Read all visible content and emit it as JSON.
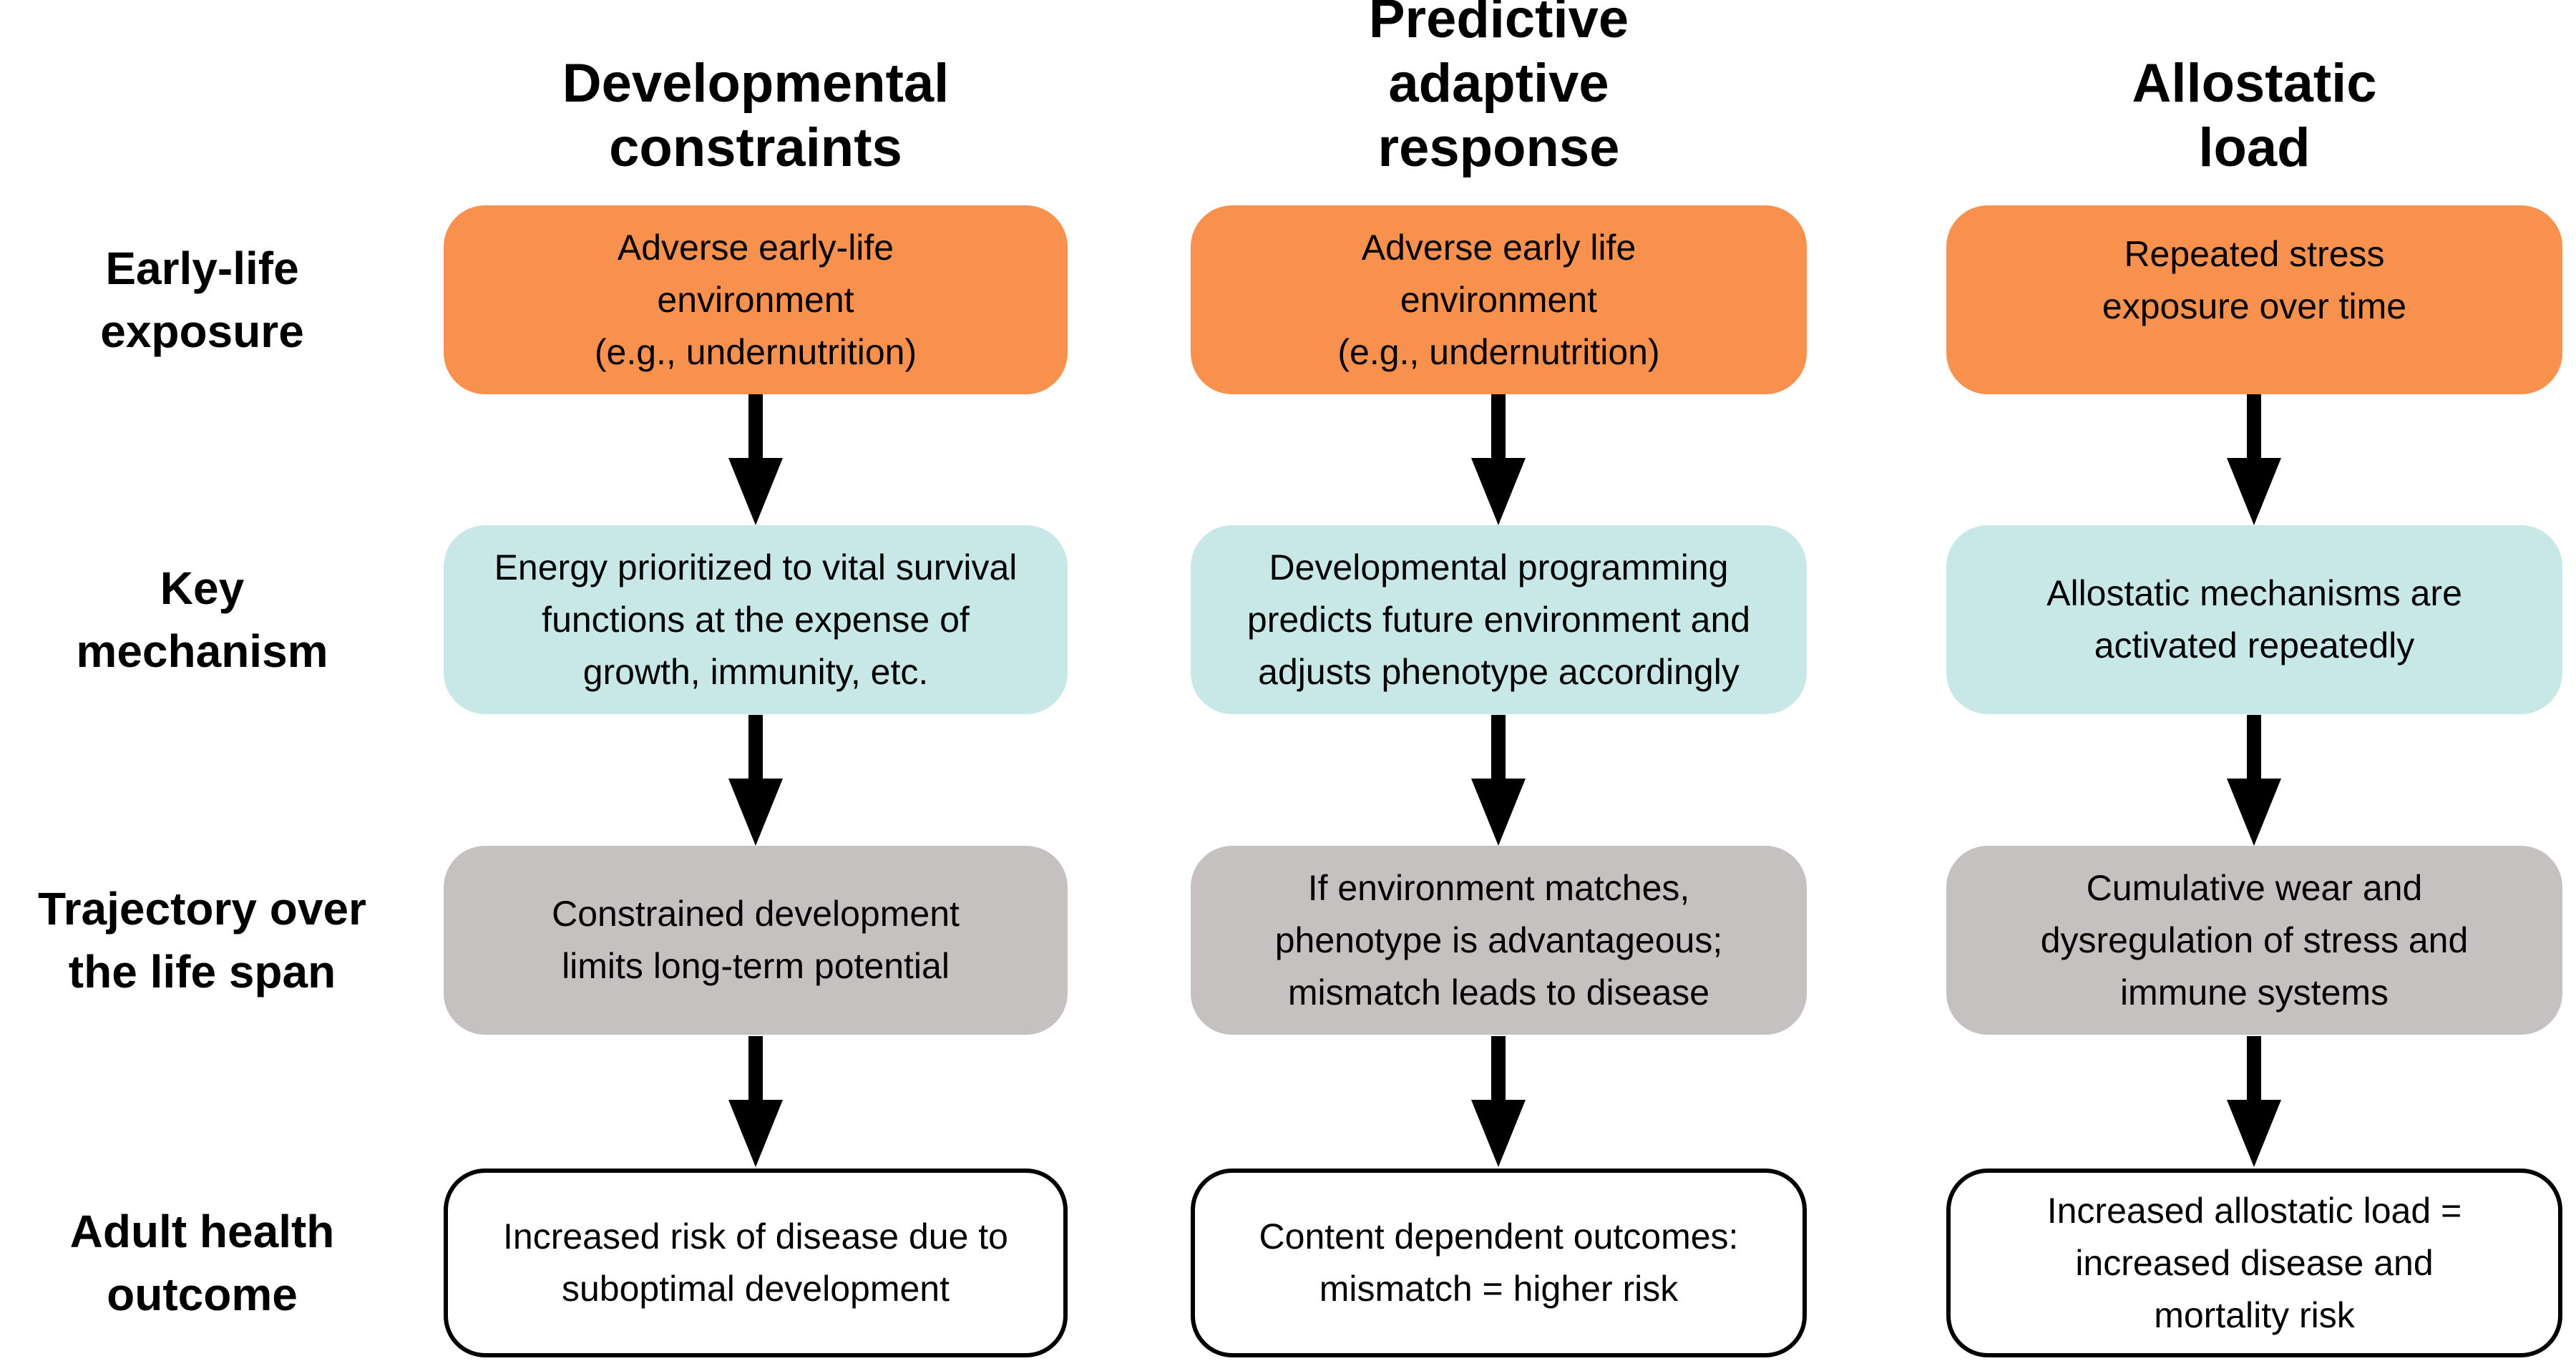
{
  "columns": [
    {
      "header": "Developmental\nconstraints",
      "boxes": [
        "Adverse early-life\nenvironment\n(e.g., undernutrition)",
        "Energy prioritized to vital survival\nfunctions at the expense of\ngrowth, immunity, etc.",
        "Constrained development\nlimits long-term potential",
        "Increased risk of disease due to\nsuboptimal development"
      ]
    },
    {
      "header": "Predictive\nadaptive\nresponse",
      "boxes": [
        "Adverse early life\nenvironment\n(e.g., undernutrition)",
        "Developmental programming\npredicts future environment and\nadjusts phenotype accordingly",
        "If environment matches,\nphenotype is advantageous;\nmismatch leads to disease",
        "Content dependent outcomes:\nmismatch = higher risk"
      ]
    },
    {
      "header": "Allostatic\nload",
      "boxes": [
        "Repeated stress\nexposure over time",
        "Allostatic mechanisms are\nactivated repeatedly",
        "Cumulative wear and\ndysregulation of stress and\nimmune systems",
        "Increased allostatic load =\nincreased disease and\nmortality risk"
      ]
    }
  ],
  "row_labels": [
    "Early-life\nexposure",
    "Key\nmechanism",
    "Trajectory over\nthe life span",
    "Adult health\noutcome"
  ],
  "colors": {
    "exposure": "#F8914E",
    "mechanism": "#C8E8E8",
    "trajectory": "#C5C1C0",
    "outcome_border": "#000000",
    "arrow": "#000000",
    "text": "#000000"
  }
}
